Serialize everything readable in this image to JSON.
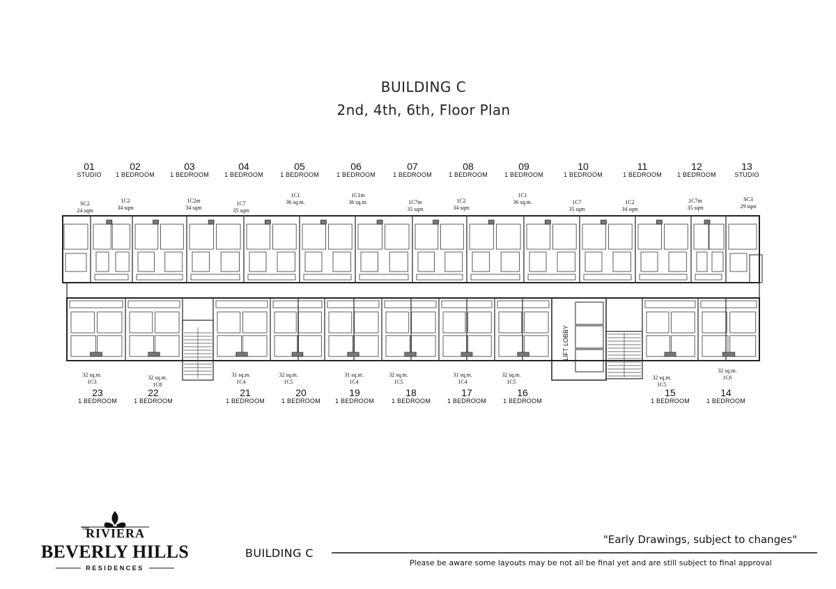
{
  "header": {
    "title": "BUILDING C",
    "subtitle": "2nd, 4th, 6th, Floor Plan"
  },
  "top_units": [
    {
      "num": "01",
      "type": "STUDIO",
      "code": "SC2",
      "area": "24 sqm"
    },
    {
      "num": "02",
      "type": "1 BEDROOM",
      "code": "1C2",
      "area": "34 sqm"
    },
    {
      "num": "03",
      "type": "1 BEDROOM",
      "code": "1C2m",
      "area": "34 sqm"
    },
    {
      "num": "04",
      "type": "1 BEDROOM",
      "code": "1C7",
      "area": "35 sqm"
    },
    {
      "num": "05",
      "type": "1 BEDROOM",
      "code": "1C1",
      "area": "36 sq.m."
    },
    {
      "num": "06",
      "type": "1 BEDROOM",
      "code": "1C1m",
      "area": "36 sq.m."
    },
    {
      "num": "07",
      "type": "1 BEDROOM",
      "code": "1C7m",
      "area": "35 sqm"
    },
    {
      "num": "08",
      "type": "1 BEDROOM",
      "code": "1C2",
      "area": "34 sqm"
    },
    {
      "num": "09",
      "type": "1 BEDROOM",
      "code": "1C1",
      "area": "36 sq.m."
    },
    {
      "num": "10",
      "type": "1 BEDROOM",
      "code": "1C7",
      "area": "35 sqm"
    },
    {
      "num": "11",
      "type": "1 BEDROOM",
      "code": "1C2",
      "area": "34 sqm"
    },
    {
      "num": "12",
      "type": "1 BEDROOM",
      "code": "1C7m",
      "area": "35 sqm"
    },
    {
      "num": "13",
      "type": "STUDIO",
      "code": "SC3",
      "area": "29 sqm"
    }
  ],
  "bottom_units": [
    {
      "num": "23",
      "type": "1 BEDROOM",
      "code": "1C3",
      "area": "32 sq.m."
    },
    {
      "num": "22",
      "type": "1 BEDROOM",
      "code": "1C8",
      "area": "32 sq.m."
    },
    {
      "num": "21",
      "type": "1 BEDROOM",
      "code": "1C4",
      "area": "31 sq.m."
    },
    {
      "num": "20",
      "type": "1 BEDROOM",
      "code": "1C5",
      "area": "32 sq.m."
    },
    {
      "num": "19",
      "type": "1 BEDROOM",
      "code": "1C4",
      "area": "31 sq.m."
    },
    {
      "num": "18",
      "type": "1 BEDROOM",
      "code": "1C5",
      "area": "32 sq.m."
    },
    {
      "num": "17",
      "type": "1 BEDROOM",
      "code": "1C4",
      "area": "31 sq.m."
    },
    {
      "num": "16",
      "type": "1 BEDROOM",
      "code": "1C5",
      "area": "32 sq.m."
    },
    {
      "num": "15",
      "type": "1 BEDROOM",
      "code": "1C5",
      "area": "32 sq.m."
    },
    {
      "num": "14",
      "type": "1 BEDROOM",
      "code": "1C6",
      "area": "32 sq.m."
    }
  ],
  "plan": {
    "lift_label": "LIFT LOBBY"
  },
  "footer": {
    "building": "BUILDING C",
    "disclaimer": "\"Early Drawings, subject to changes\"",
    "note": "Please be aware some layouts may be not all be final yet and are still subject to final approval"
  },
  "logo": {
    "the": "THE",
    "riviera": "RIVIERA",
    "name": "BEVERLY HILLS",
    "residences": "RESIDENCES"
  }
}
